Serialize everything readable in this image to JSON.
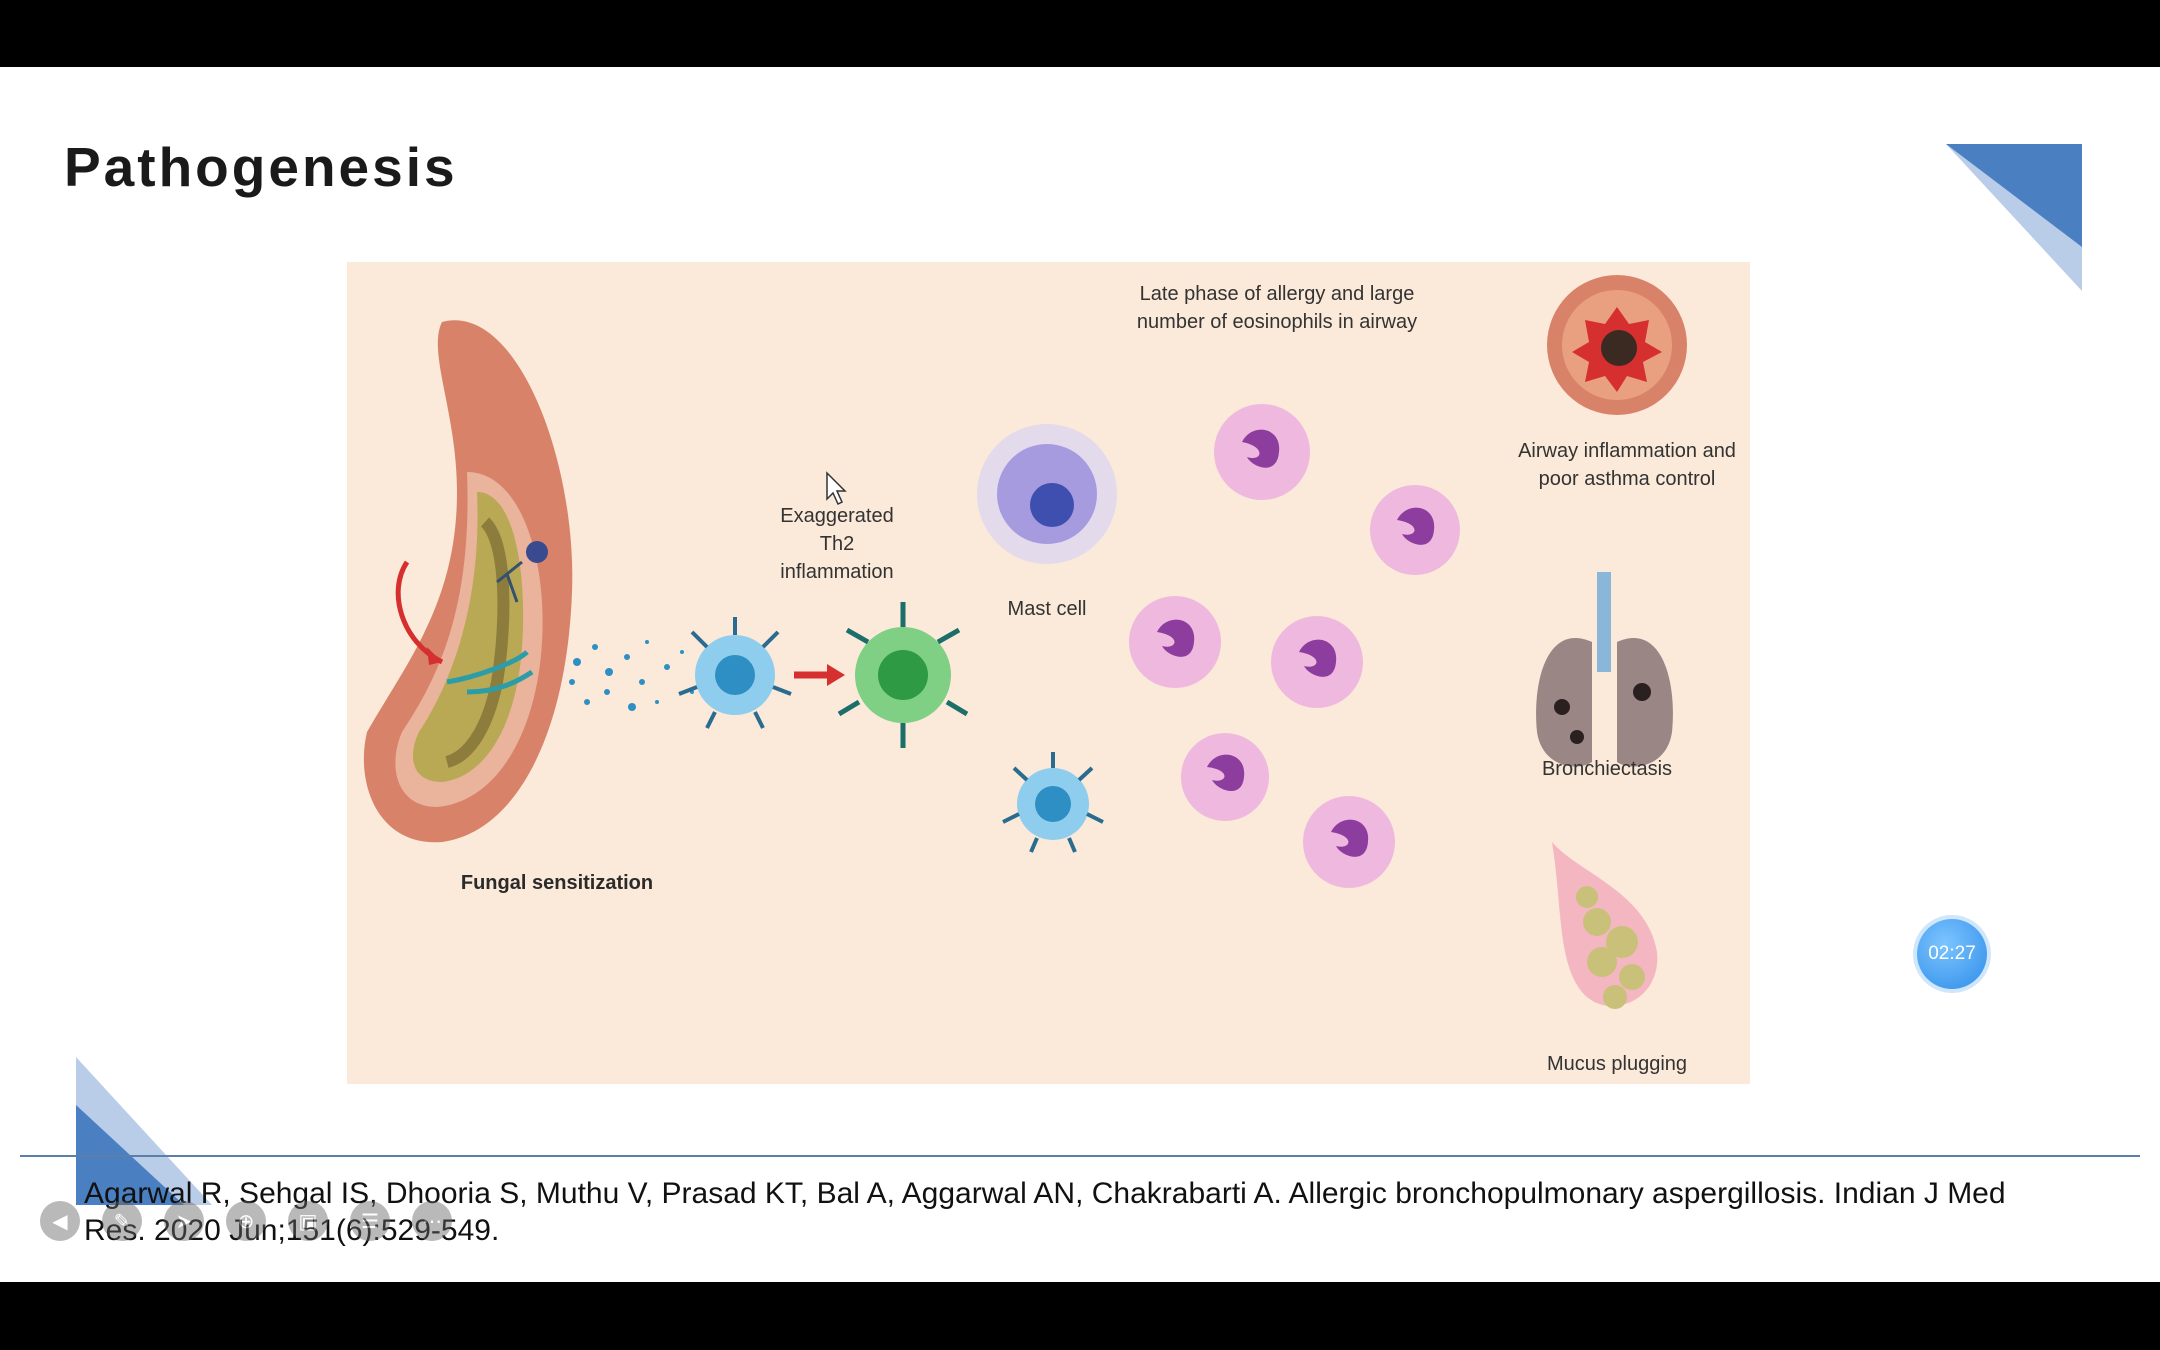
{
  "slide": {
    "title": "Pathogenesis",
    "reference": "Agarwal R, Sehgal IS, Dhooria S, Muthu V, Prasad KT, Bal A, Aggarwal AN, Chakrabarti A. Allergic bronchopulmonary aspergillosis. Indian J Med Res. 2020 Jun;151(6):529-549.",
    "accent_color": "#4a7fc1",
    "accent_light": "#b9cde9"
  },
  "figure": {
    "labels": {
      "late_phase_1": "Late phase of allergy and  large",
      "late_phase_2": "number of eosinophils in airway",
      "airway_1": "Airway inflammation and",
      "airway_2": "poor asthma control",
      "exaggerated_1": "Exaggerated",
      "exaggerated_2": "Th2",
      "exaggerated_3": "inflammation",
      "mast_cell": "Mast cell",
      "bronchiectasis": "Bronchiectasis",
      "fungal": "Fungal sensitization",
      "mucus": "Mucus plugging"
    },
    "background_color": "#fbe9d9"
  },
  "player": {
    "timer": "02:27",
    "controls": [
      {
        "name": "prev-icon",
        "glyph": "◀"
      },
      {
        "name": "pen-icon",
        "glyph": "✎"
      },
      {
        "name": "pointer-icon",
        "glyph": "➤"
      },
      {
        "name": "zoom-icon",
        "glyph": "⊕"
      },
      {
        "name": "camera-icon",
        "glyph": "▣"
      },
      {
        "name": "subtitle-icon",
        "glyph": "☰"
      },
      {
        "name": "more-icon",
        "glyph": "⋯"
      }
    ]
  }
}
